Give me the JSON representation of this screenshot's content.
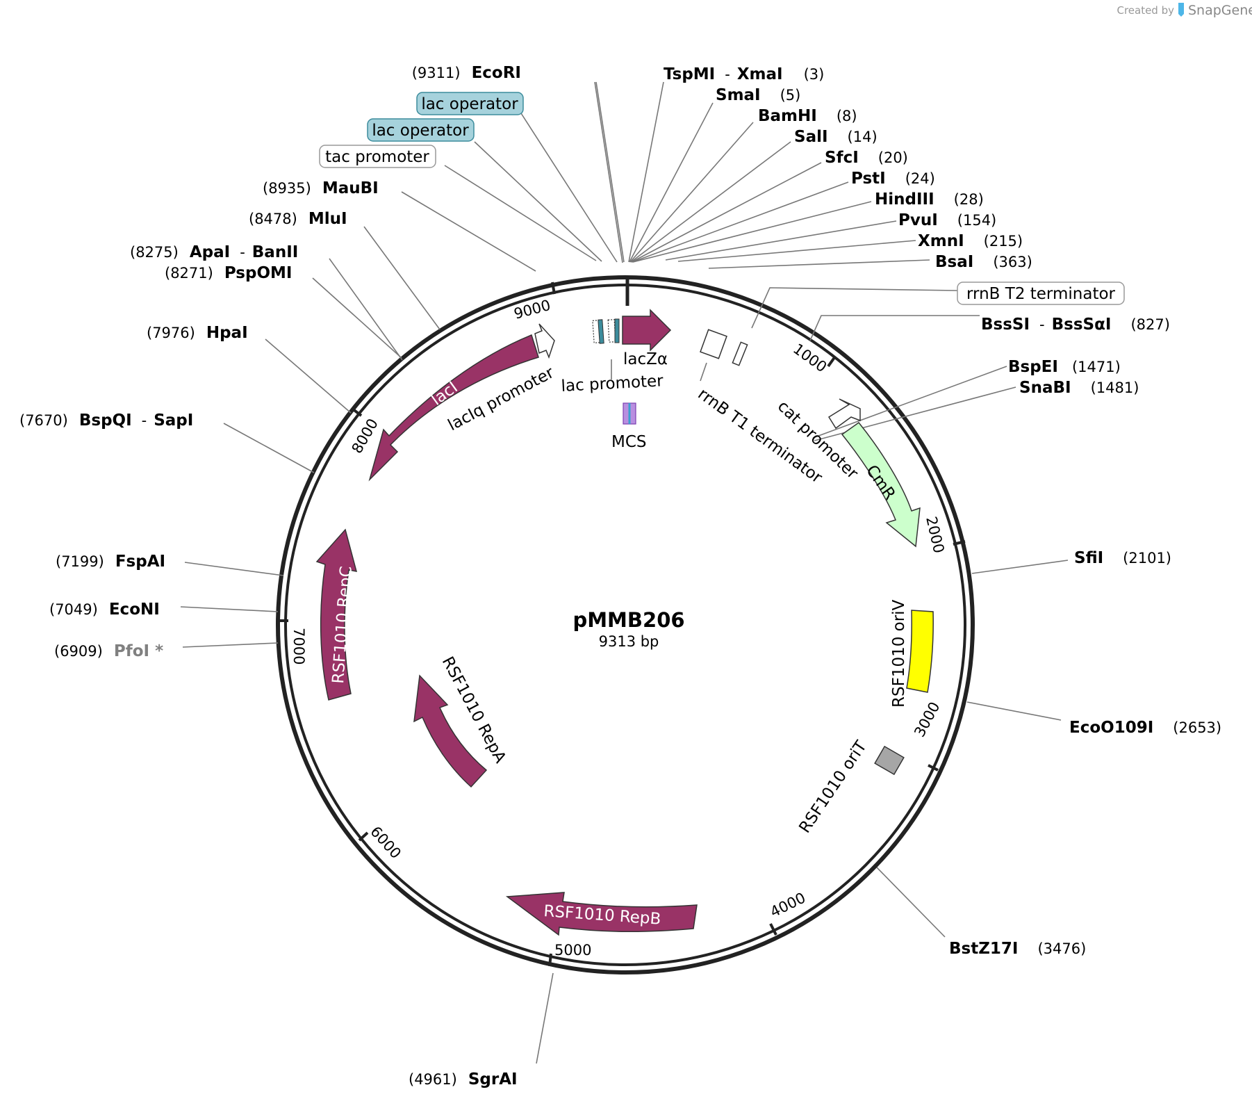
{
  "credit": {
    "created_by": "Created by",
    "brand": "SnapGene"
  },
  "plasmid": {
    "name": "pMMB206",
    "length_label": "9313 bp",
    "length": 9313
  },
  "ticks": [
    "1000",
    "2000",
    "3000",
    "4000",
    "5000",
    "6000",
    "7000",
    "8000",
    "9000"
  ],
  "sites": [
    {
      "name": "EcoRI",
      "pos": "(9311)"
    },
    {
      "name": "TspMI",
      "name2": "XmaI",
      "pos": "(3)"
    },
    {
      "name": "SmaI",
      "pos": "(5)"
    },
    {
      "name": "BamHI",
      "pos": "(8)"
    },
    {
      "name": "SalI",
      "pos": "(14)"
    },
    {
      "name": "SfcI",
      "pos": "(20)"
    },
    {
      "name": "PstI",
      "pos": "(24)"
    },
    {
      "name": "HindIII",
      "pos": "(28)"
    },
    {
      "name": "PvuI",
      "pos": "(154)"
    },
    {
      "name": "XmnI",
      "pos": "(215)"
    },
    {
      "name": "BsaI",
      "pos": "(363)"
    },
    {
      "name": "BssSI",
      "name2": "BssSαI",
      "pos": "(827)"
    },
    {
      "name": "BspEI",
      "pos": "(1471)"
    },
    {
      "name": "SnaBI",
      "pos": "(1481)"
    },
    {
      "name": "SfiI",
      "pos": "(2101)"
    },
    {
      "name": "EcoO109I",
      "pos": "(2653)"
    },
    {
      "name": "BstZ17I",
      "pos": "(3476)"
    },
    {
      "name": "SgrAI",
      "pos": "(4961)"
    },
    {
      "name": "PfoI *",
      "pos": "(6909)"
    },
    {
      "name": "EcoNI",
      "pos": "(7049)"
    },
    {
      "name": "FspAI",
      "pos": "(7199)"
    },
    {
      "name": "BspQI",
      "name2": "SapI",
      "pos": "(7670)"
    },
    {
      "name": "HpaI",
      "pos": "(7976)"
    },
    {
      "name": "PspOMI",
      "pos": "(8271)"
    },
    {
      "name": "ApaI",
      "name2": "BanII",
      "pos": "(8275)"
    },
    {
      "name": "MluI",
      "pos": "(8478)"
    },
    {
      "name": "MauBI",
      "pos": "(8935)"
    }
  ],
  "boxed_features": [
    "lac operator",
    "lac operator",
    "tac promoter",
    "rrnB T2 terminator"
  ],
  "features": {
    "lacZa": "lacZα",
    "lac_promoter": "lac promoter",
    "mcs": "MCS",
    "rrnb_t1": "rrnB T1 terminator",
    "cat_promoter": "cat promoter",
    "cmr": "CmR",
    "oriv": "RSF1010 oriV",
    "orit": "RSF1010 oriT",
    "repb": "RSF1010 RepB",
    "repa": "RSF1010 RepA",
    "repc": "RSF1010 RepC",
    "laci": "lacI",
    "laciq": "lacIq promoter"
  },
  "colors": {
    "rep": "#993366",
    "cmr": "#ccffcc",
    "oriv": "#ffff00",
    "orit": "#a6a6a6",
    "lac_operator_fill": "#a6d2dc",
    "lac_operator_stroke": "#3c8c9c",
    "mcs_fill": "#b98fe0",
    "backbone": "#222222",
    "pfoi_text": "#808080"
  }
}
